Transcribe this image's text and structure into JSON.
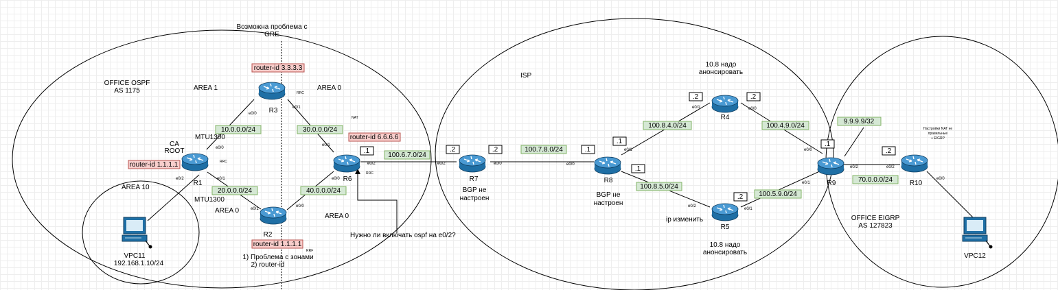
{
  "colors": {
    "subnet_fill": "#d5e8d4",
    "subnet_stroke": "#82b366",
    "rid_fill": "#f8cecc",
    "rid_stroke": "#b85450",
    "router_body": "#1f6fa5",
    "router_top": "#4a9ad3"
  },
  "icons": {
    "router": "router-icon",
    "pc": "pc-icon"
  },
  "areas": {
    "office_ospf": "OFFICE OSPF\nAS 1175",
    "isp": "ISP",
    "office_eigrp": "OFFICE EIGRP\nAS 127823",
    "area1": "AREA 1",
    "area0_top": "AREA 0",
    "area0_bl": "AREA 0",
    "area0_br": "AREA 0",
    "area10": "AREA 10"
  },
  "routers": {
    "r1": {
      "name": "R1",
      "sub": "RRC"
    },
    "r2": {
      "name": "R2",
      "sub": "RRF"
    },
    "r3": {
      "name": "R3",
      "sub": "RRC"
    },
    "r6": {
      "name": "R6",
      "sub": "RRC"
    },
    "r7": {
      "name": "R7"
    },
    "r8": {
      "name": "R8"
    },
    "r4": {
      "name": "R4"
    },
    "r5": {
      "name": "R5"
    },
    "r9": {
      "name": "R9"
    },
    "r10": {
      "name": "R10"
    }
  },
  "pcs": {
    "vpc11": {
      "name": "VPC11",
      "ip": "192.168.1.10/24"
    },
    "vpc12": {
      "name": "VPC12"
    }
  },
  "subnets": {
    "s10": "10.0.0.0/24",
    "s20": "20.0.0.0/24",
    "s30": "30.0.0.0/24",
    "s40": "40.0.0.0/24",
    "s1006": "100.6.7.0/24",
    "s1007": "100.7.8.0/24",
    "s1008_4": "100.8.4.0/24",
    "s1008_5": "100.8.5.0/24",
    "s1004": "100.4.9.0/24",
    "s1005": "100.5.9.0/24",
    "s70": "70.0.0.0/24",
    "s9999": "9.9.9.9/32"
  },
  "router_ids": {
    "r3": "router-id 3.3.3.3",
    "r6": "router-id 6.6.6.6",
    "r1": "router-id 1.1.1.1",
    "r2": "router-id 1.1.1.1"
  },
  "interfaces": {
    "r3_e00": "e0/0",
    "r3_e01": "e0/1",
    "r1_e00": "e0/0",
    "r1_e01": "e0/1",
    "r1_e02": "e0/2",
    "r2_e01": "e0/1",
    "r2_e00": "e0/0",
    "r6_e01": "e0/1",
    "r6_e00": "e0/0",
    "r6_e02": "e0/2",
    "r7_e02": "e0/2",
    "r7_e00": "e0/0",
    "r8_e00": "e0/0",
    "r8_e01": "e0/1",
    "r8_e02": "e0/2",
    "r4_e01": "e0/1",
    "r4_e00": "e0/0",
    "r5_e02": "e0/2",
    "r5_e01": "e0/1",
    "r9_e00": "e0/0",
    "r9_e01": "e0/1",
    "r9_e02": "e0/2",
    "r10_e02": "e0/2",
    "r10_e00": "e0/0"
  },
  "hosts": {
    "r6_1": ".1",
    "r7_2a": ".2",
    "r7_2b": ".2",
    "r8_1a": ".1",
    "r8_1b": ".1",
    "r8_1c": ".1",
    "r4_2a": ".2",
    "r4_2b": ".2",
    "r5_2": ".2",
    "r9_1": ".1",
    "r10_2": ".2"
  },
  "notes": {
    "gre": "Возможна проблема с\nGRE",
    "mtu_top": "MTU1300",
    "mtu_bot": "MTU1300",
    "ca_root": "CA\nROOT",
    "nat": "NAT",
    "ospf_q": "Нужно ли включать ospf на e0/2?",
    "zones": "1) Проблема с зонами\n2) router-id",
    "bgp7": "BGP не\nнастроен",
    "bgp8": "BGP не\nнастроен",
    "ip_change": "ip изменить",
    "adv_top": "10.8 надо\nанонсировать",
    "adv_bot": "10.8 надо\nанонсировать",
    "nat_r10": "Настройки NAT не\nправильные\n+ EIGRP"
  }
}
